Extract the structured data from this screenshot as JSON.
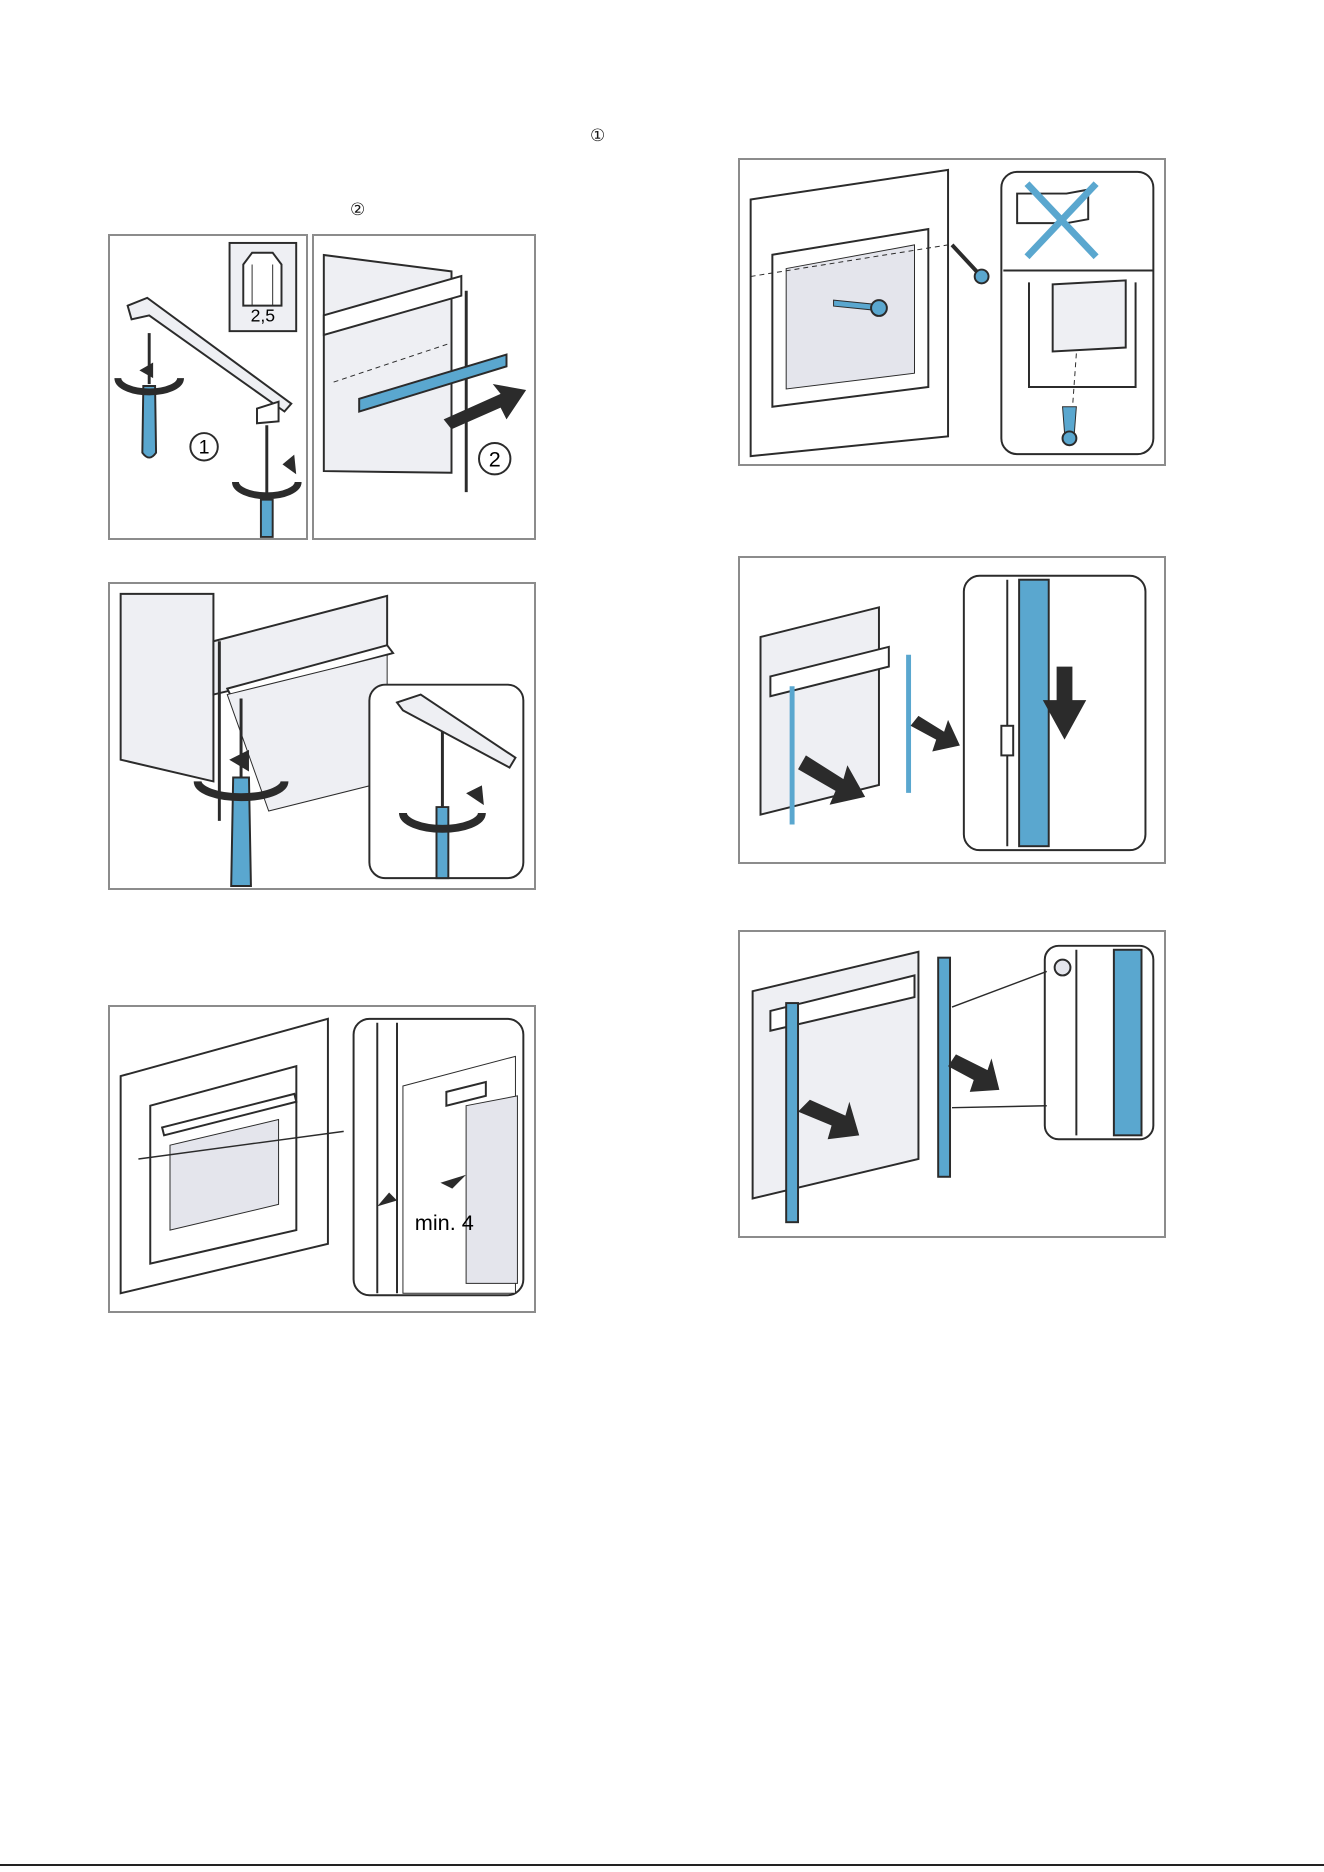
{
  "markers": {
    "step1": "①",
    "step2": "②"
  },
  "figures": {
    "fig1a": {
      "hex_size": "2,5",
      "step": "1"
    },
    "fig1b": {
      "step": "2"
    },
    "fig5": {
      "gap_label": "min. 4"
    }
  },
  "footer": {
    "text": ""
  },
  "colors": {
    "accent": "#5aa7cf",
    "outline": "#2b2b2b",
    "panel": "#eeeff3",
    "frame": "#8c8c8c"
  }
}
